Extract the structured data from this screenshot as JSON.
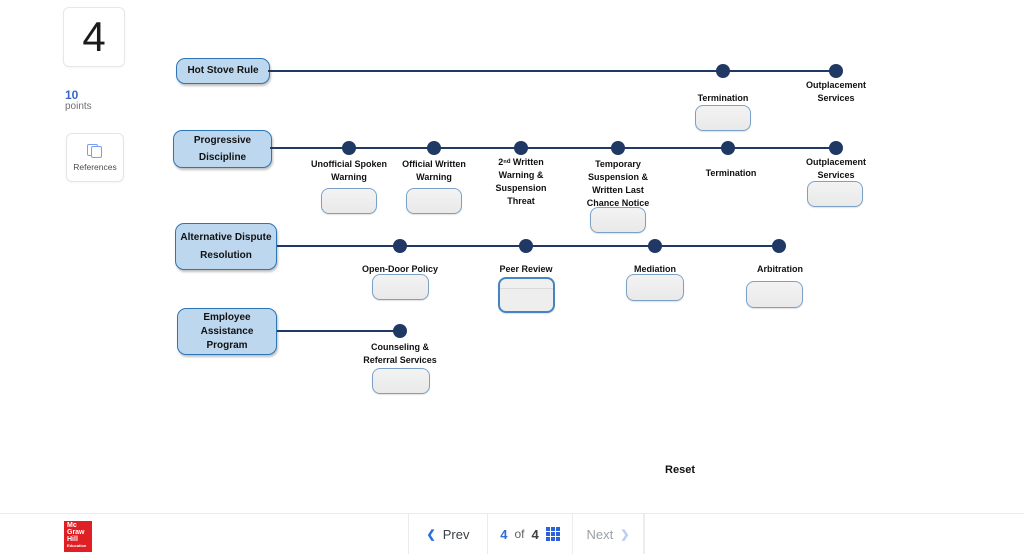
{
  "colors": {
    "label_fill": "#bdd7ee",
    "label_border": "#2e75b6",
    "timeline": "#1f3864",
    "dropbox_border": "#7ca1c9",
    "dropbox_border_active": "#4484c4",
    "logo_red": "#e01f24",
    "nav_blue": "#2a6fdb",
    "points_blue": "#3a66c4"
  },
  "sidebar": {
    "question_number": "4",
    "points_value": "10",
    "points_label": "points",
    "references_label": "References"
  },
  "diagram": {
    "reset_label": "Reset",
    "rows": [
      {
        "label": "Hot Stove Rule",
        "items": [
          {
            "name": "Termination",
            "has_box": true
          },
          {
            "name": "Outplacement Services",
            "has_box": false
          }
        ]
      },
      {
        "label": "Progressive Discipline",
        "items": [
          {
            "name": "Unofficial Spoken Warning",
            "has_box": true
          },
          {
            "name": "Official Written Warning",
            "has_box": true
          },
          {
            "name": "2ⁿᵈ Written Warning & Suspension Threat",
            "has_box": false
          },
          {
            "name": "Temporary Suspension & Written Last Chance Notice",
            "has_box": true
          },
          {
            "name": "Termination",
            "has_box": false
          },
          {
            "name": "Outplacement Services",
            "has_box": true
          }
        ]
      },
      {
        "label": "Alternative Dispute Resolution",
        "items": [
          {
            "name": "Open-Door Policy",
            "has_box": true
          },
          {
            "name": "Peer Review",
            "has_box": true
          },
          {
            "name": "Mediation",
            "has_box": true
          },
          {
            "name": "Arbitration",
            "has_box": true
          }
        ]
      },
      {
        "label": "Employee Assistance Program",
        "items": [
          {
            "name": "Counseling & Referral Services",
            "has_box": true
          }
        ]
      }
    ]
  },
  "footer": {
    "logo_lines": [
      "Mc",
      "Graw",
      "Hill",
      "Education"
    ],
    "prev_label": "Prev",
    "page": {
      "current": "4",
      "of_label": "of",
      "total": "4"
    },
    "next_label": "Next"
  }
}
